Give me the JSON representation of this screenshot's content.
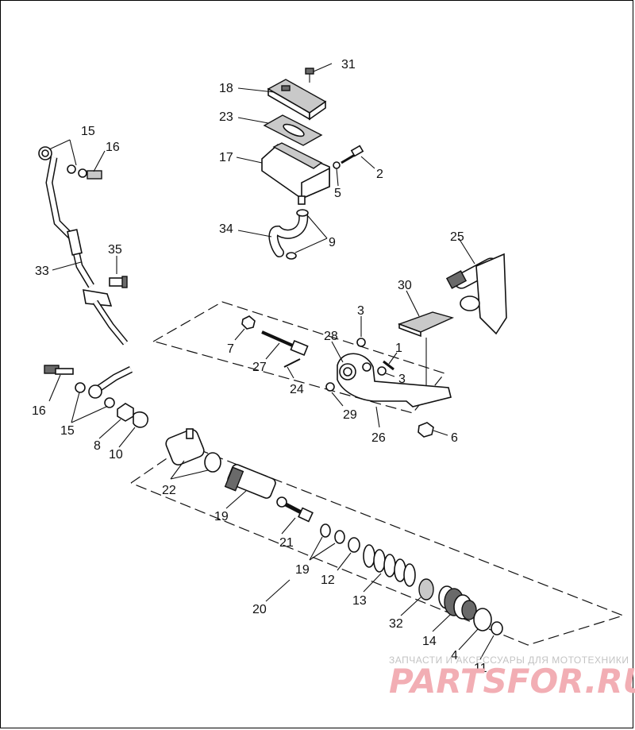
{
  "callouts": [
    {
      "id": "c31",
      "text": "31"
    },
    {
      "id": "c18",
      "text": "18"
    },
    {
      "id": "c23",
      "text": "23"
    },
    {
      "id": "c17",
      "text": "17"
    },
    {
      "id": "c2",
      "text": "2"
    },
    {
      "id": "c5",
      "text": "5"
    },
    {
      "id": "c15a",
      "text": "15"
    },
    {
      "id": "c16a",
      "text": "16"
    },
    {
      "id": "c34",
      "text": "34"
    },
    {
      "id": "c9",
      "text": "9"
    },
    {
      "id": "c35",
      "text": "35"
    },
    {
      "id": "c33",
      "text": "33"
    },
    {
      "id": "c25",
      "text": "25"
    },
    {
      "id": "c30",
      "text": "30"
    },
    {
      "id": "c3a",
      "text": "3"
    },
    {
      "id": "c7",
      "text": "7"
    },
    {
      "id": "c28",
      "text": "28"
    },
    {
      "id": "c1",
      "text": "1"
    },
    {
      "id": "c3b",
      "text": "3"
    },
    {
      "id": "c27",
      "text": "27"
    },
    {
      "id": "c24",
      "text": "24"
    },
    {
      "id": "c29",
      "text": "29"
    },
    {
      "id": "c26",
      "text": "26"
    },
    {
      "id": "c6",
      "text": "6"
    },
    {
      "id": "c16b",
      "text": "16"
    },
    {
      "id": "c15b",
      "text": "15"
    },
    {
      "id": "c8",
      "text": "8"
    },
    {
      "id": "c10",
      "text": "10"
    },
    {
      "id": "c22",
      "text": "22"
    },
    {
      "id": "c19a",
      "text": "19"
    },
    {
      "id": "c21",
      "text": "21"
    },
    {
      "id": "c19b",
      "text": "19"
    },
    {
      "id": "c12",
      "text": "12"
    },
    {
      "id": "c13",
      "text": "13"
    },
    {
      "id": "c20",
      "text": "20"
    },
    {
      "id": "c32",
      "text": "32"
    },
    {
      "id": "c14",
      "text": "14"
    },
    {
      "id": "c4",
      "text": "4"
    },
    {
      "id": "c11",
      "text": "11"
    }
  ],
  "watermark": {
    "tagline": "ЗАПЧАСТИ И АКСЕССУАРЫ ДЛЯ МОТОТЕХНИКИ",
    "brand": "PARTSFOR.RU"
  },
  "colors": {
    "line": "#111111",
    "background": "#ffffff",
    "shade": "#c9c9c9",
    "watermark": "#f2aeb4"
  }
}
